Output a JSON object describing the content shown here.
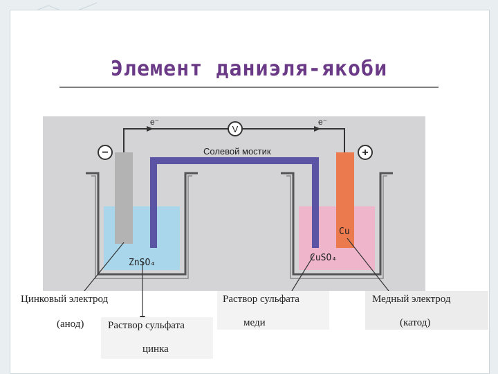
{
  "slide": {
    "title": "Элемент даниэля-якоби"
  },
  "diagram": {
    "electron_left": "e⁻",
    "electron_right": "e⁻",
    "voltmeter": "V",
    "salt_bridge": "Солевой мостик",
    "minus": "−",
    "plus": "+",
    "left_solution_formula": "ZnSO₄",
    "right_solution_formula": "CuSO₄",
    "copper_label": "Cu",
    "colors": {
      "zinc_solution": "#a9d6ea",
      "copper_solution": "#eeb5cb",
      "zinc_electrode": "#b3b3b3",
      "copper_electrode": "#ec7a4f",
      "salt_bridge": "#5b53a3",
      "title": "#6a3a86"
    }
  },
  "labels": {
    "zinc_electrode": "Цинковый электрод",
    "anode": "(анод)",
    "zinc_sulfate_line1": "Раствор сульфата",
    "zinc_sulfate_line2": "цинка",
    "copper_sulfate_line1": "Раствор сульфата",
    "copper_sulfate_line2": "меди",
    "copper_electrode": "Медный электрод",
    "cathode": "(катод)"
  }
}
